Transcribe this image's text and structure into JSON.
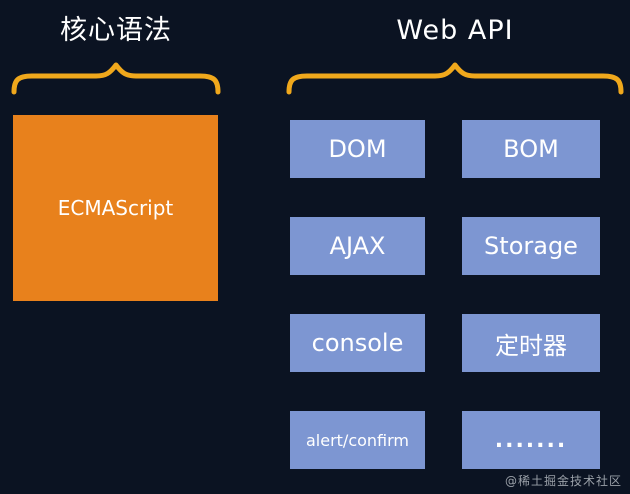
{
  "left_section": {
    "title": "核心语法",
    "box_label": "ECMAScript"
  },
  "right_section": {
    "title": "Web API",
    "items": [
      "DOM",
      "BOM",
      "AJAX",
      "Storage",
      "console",
      "定时器",
      "alert/confirm",
      "......."
    ]
  },
  "watermark": "@稀土掘金技术社区",
  "colors": {
    "bg": "#0b1322",
    "orange_box": "#e8811c",
    "blue_box": "#7d96d2",
    "brace": "#f0a81c",
    "title_text": "#ffffff",
    "watermark_text": "#9aa0a8"
  }
}
